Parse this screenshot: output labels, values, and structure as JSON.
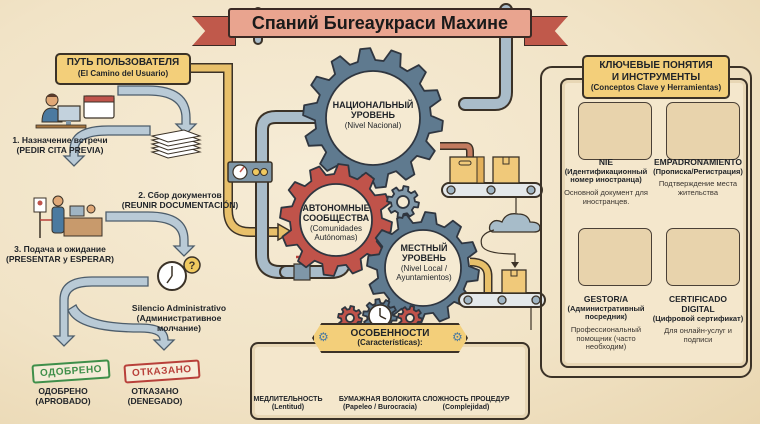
{
  "title": "Спаний Бureaукраси Махине",
  "user_path": {
    "header": "ПУТЬ ПОЛЬЗОВАТЕЛЯ",
    "header_sub": "(El Camino del Usuario)",
    "steps": [
      {
        "label": "1. Назначение встречи",
        "sub": "(PEDIR CITA PREVIA)",
        "icon": "person-computer-calendar-icon"
      },
      {
        "label": "2. Сбор документов",
        "sub": "(REUNIR DOCUMENTACIÓN)",
        "icon": "document-stack-icon"
      },
      {
        "label": "3. Подача и ожидание",
        "sub": "(PRESENTAR y ESPERAR)",
        "icon": "office-desk-icon"
      },
      {
        "label": "Silencio Administrativo",
        "sub": "(Административное молчание)",
        "icon": "clock-question-icon"
      }
    ],
    "outcomes": [
      {
        "stamp": "ОДОБРЕНО",
        "label": "ОДОБРЕНО",
        "sub": "(APROBADO)",
        "color": "#3f8f4a"
      },
      {
        "stamp": "ОТКАЗАНО",
        "label": "ОТКАЗАНО",
        "sub": "(DENEGADO)",
        "color": "#b8403a"
      }
    ]
  },
  "gears": [
    {
      "title": "НАЦИОНАЛЬНЫЙ",
      "title2": "УРОВЕНЬ",
      "sub": "(Nivel Nacional)",
      "color": "#5f7a8f"
    },
    {
      "title": "АВТОНОМНЫЕ",
      "title2": "СООБЩЕСТВА",
      "sub": "(Comunidades",
      "sub2": "Autónomas)",
      "color": "#c0534a"
    },
    {
      "title": "МЕСТНЫЙ",
      "title2": "УРОВЕНЬ",
      "sub": "(Nivel Local /",
      "sub2": "Ayuntamientos)",
      "color": "#5f7a8f"
    }
  ],
  "features": {
    "header": "ОСОБЕННОСТИ",
    "header_sub": "(Características):",
    "items": [
      {
        "name": "МЕДЛИТЕЛЬНОСТЬ",
        "alt": "(Lentitud)",
        "icon": "snail-icon"
      },
      {
        "name": "БУМАЖНАЯ ВОЛОКИТА",
        "alt": "(Papeleo / Burocracia)",
        "icon": "folder-icon"
      },
      {
        "name": "СЛОЖНОСТЬ ПРОЦЕДУР",
        "alt": "(Complejidad)",
        "icon": "maze-icon"
      }
    ]
  },
  "concepts": {
    "header": "КЛЮЧЕВЫЕ ПОНЯТИЯ",
    "header2": "И ИНСТРУМЕНТЫ",
    "header_sub": "(Conceptos Clave y Herramientas)",
    "items": [
      {
        "name": "NIE",
        "alt": "(Идентификационный номер иностранца)",
        "desc": "Основной документ для иностранцев.",
        "icon": "id-card-icon"
      },
      {
        "name": "EMPADRONAMIENTO",
        "alt": "(Прописка/Регистрация)",
        "desc": "Подтверждение места жительства",
        "icon": "house-document-icon"
      },
      {
        "name": "GESTOR/A",
        "alt": "(Административный посредник)",
        "desc": "Профессиональный помощник (часто необходим)",
        "icon": "handshake-icon"
      },
      {
        "name": "CERTIFICADO DIGITAL",
        "alt": "(Цифровой сертификат)",
        "desc": "Для онлайн-услуг и подписи",
        "icon": "usb-lock-icon"
      }
    ]
  },
  "colors": {
    "background": "#f3e6cb",
    "accent_yellow": "#f3cf7a",
    "gear_blue": "#5f7a8f",
    "gear_red": "#c0534a",
    "pipe_blue": "#9fb4c3",
    "pipe_yellow": "#e8c06a",
    "title_plate": "#e9a48f"
  }
}
